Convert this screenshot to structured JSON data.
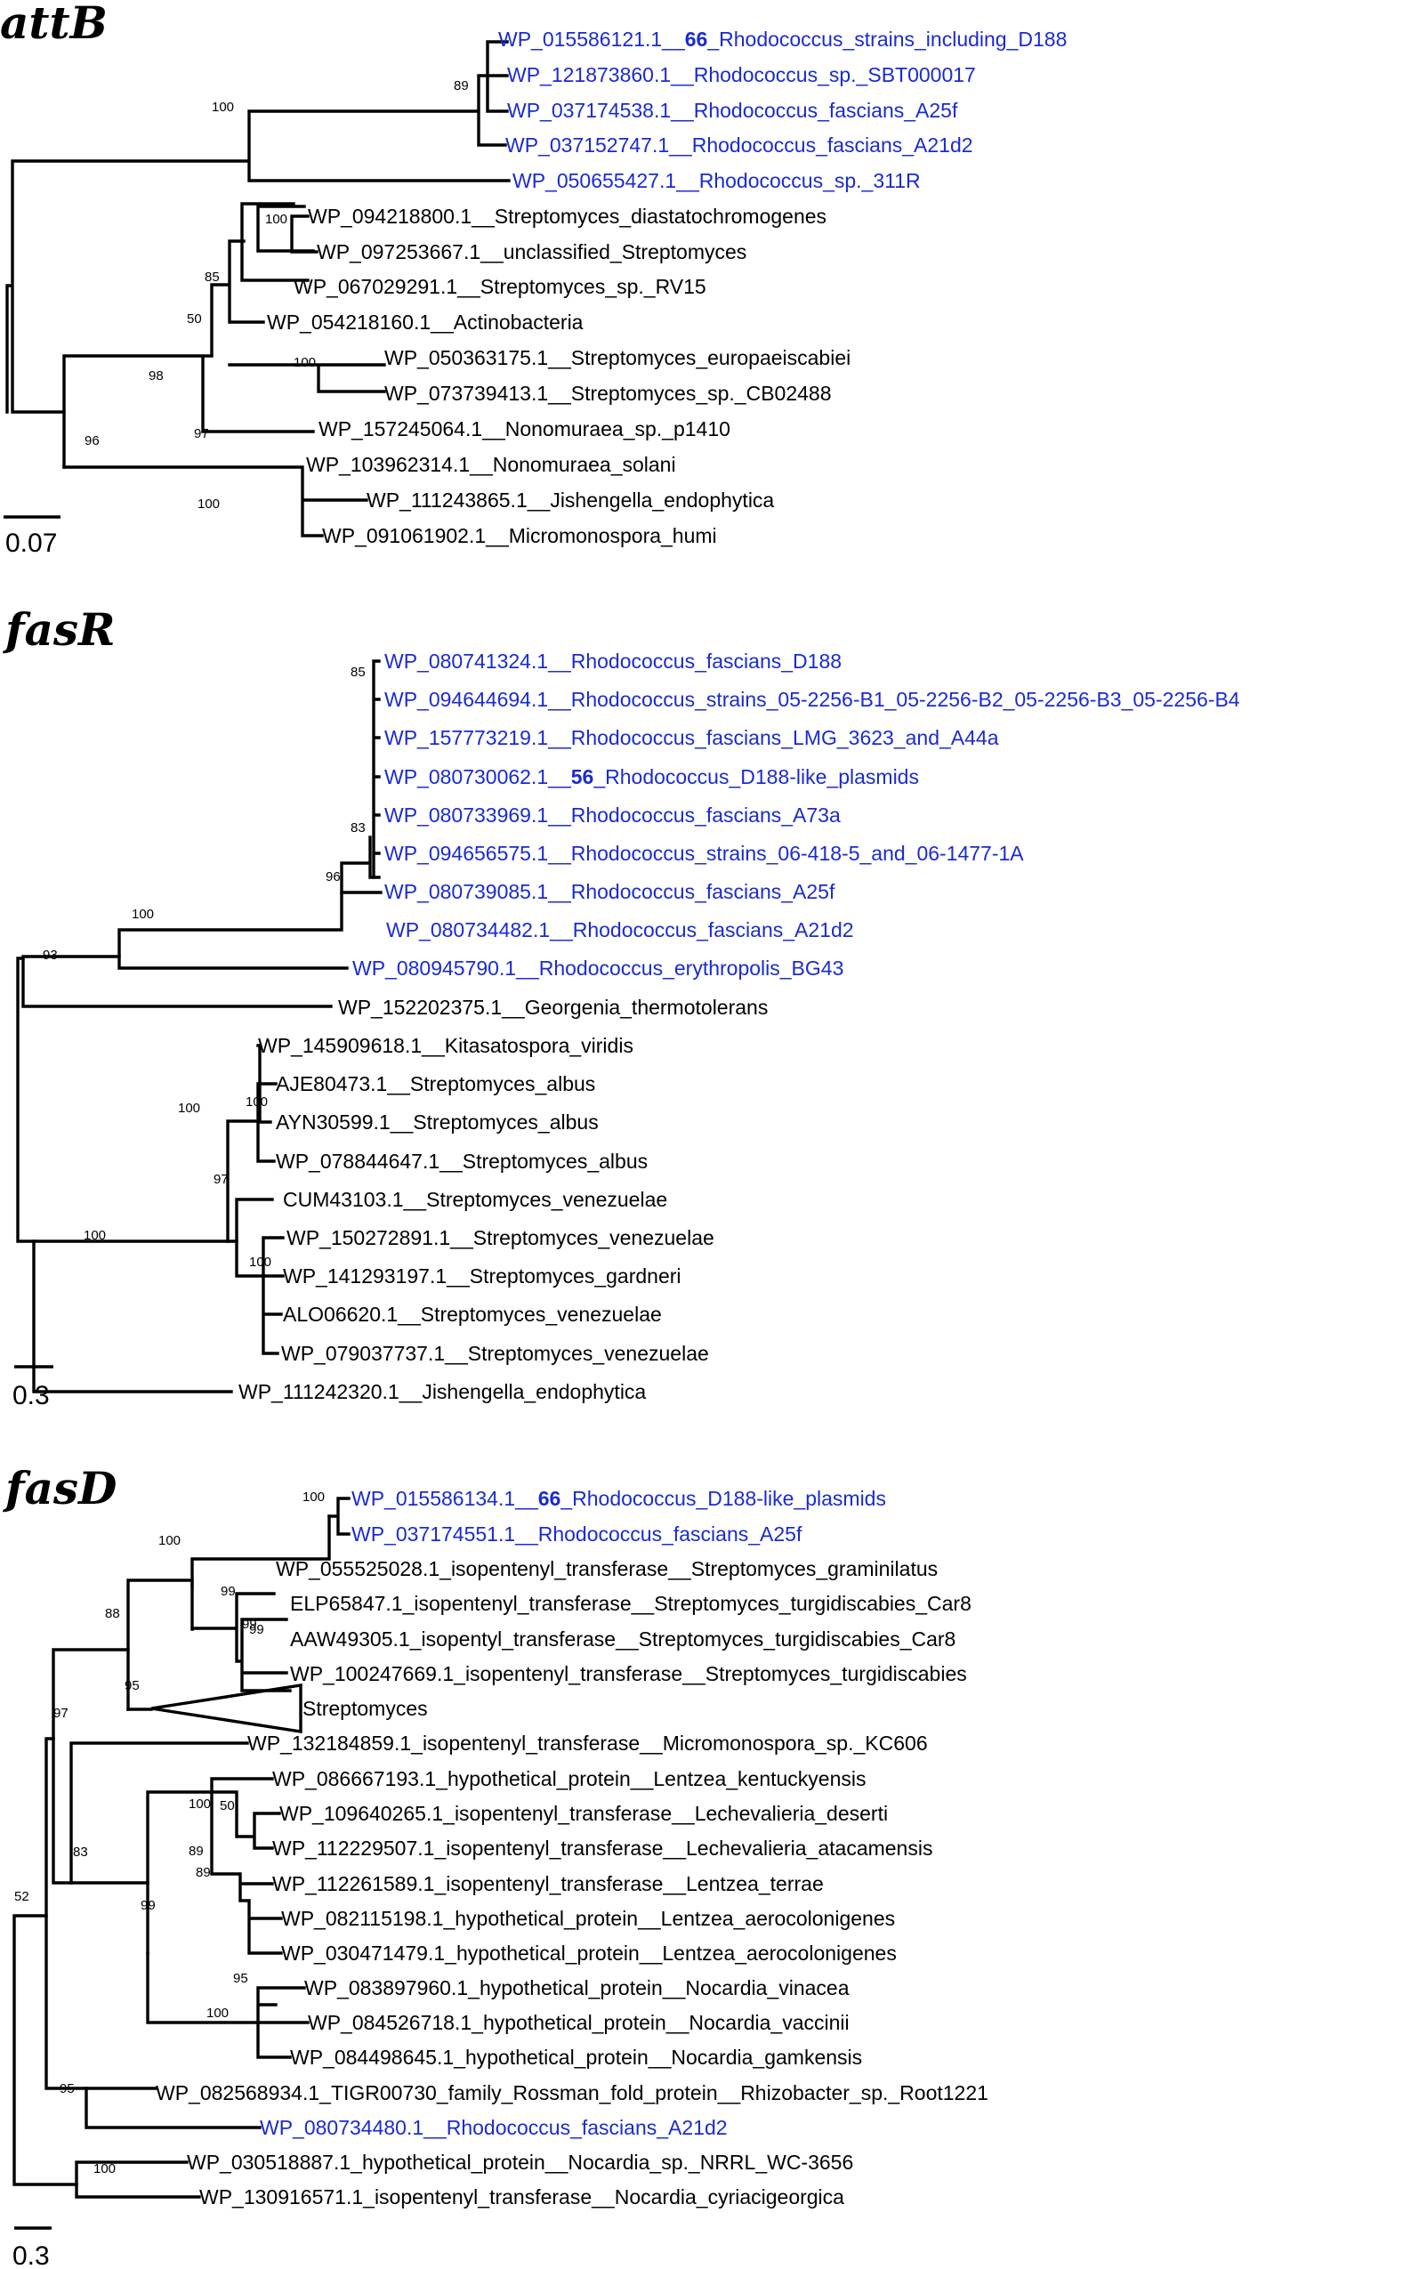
{
  "colors": {
    "highlight": "#1a2bd0",
    "normal": "#000000"
  },
  "trees": [
    {
      "title": "attB",
      "scale_label": "0.07",
      "tips": [
        {
          "label_before": "WP_015586121.1__",
          "label_bold": "66",
          "label_after": "_Rhodococcus_strains_including_D188",
          "highlight": true
        },
        {
          "label": "WP_121873860.1__Rhodococcus_sp._SBT000017",
          "highlight": true
        },
        {
          "label": "WP_037174538.1__Rhodococcus_fascians_A25f",
          "highlight": true
        },
        {
          "label": "WP_037152747.1__Rhodococcus_fascians_A21d2",
          "highlight": true
        },
        {
          "label": "WP_050655427.1__Rhodococcus_sp._311R",
          "highlight": true
        },
        {
          "label": "WP_094218800.1__Streptomyces_diastatochromogenes",
          "highlight": false
        },
        {
          "label": "WP_097253667.1__unclassified_Streptomyces",
          "highlight": false
        },
        {
          "label": "WP_067029291.1__Streptomyces_sp._RV15",
          "highlight": false
        },
        {
          "label": "WP_054218160.1__Actinobacteria",
          "highlight": false
        },
        {
          "label": "WP_050363175.1__Streptomyces_europaeiscabiei",
          "highlight": false
        },
        {
          "label": "WP_073739413.1__Streptomyces_sp._CB02488",
          "highlight": false
        },
        {
          "label": "WP_157245064.1__Nonomuraea_sp._p1410",
          "highlight": false
        },
        {
          "label": "WP_103962314.1__Nonomuraea_solani",
          "highlight": false
        },
        {
          "label": "WP_111243865.1__Jishengella_endophytica",
          "highlight": false
        },
        {
          "label": "WP_091061902.1__Micromonospora_humi",
          "highlight": false
        }
      ],
      "bootstraps": [
        "89",
        "100",
        "100",
        "85",
        "50",
        "100",
        "98",
        "97",
        "96",
        "100"
      ]
    },
    {
      "title": "fasR",
      "scale_label": "0.3",
      "tips": [
        {
          "label": "WP_080741324.1__Rhodococcus_fascians_D188",
          "highlight": true
        },
        {
          "label": "WP_094644694.1__Rhodococcus_strains_05-2256-B1_05-2256-B2_05-2256-B3_05-2256-B4",
          "highlight": true
        },
        {
          "label": "WP_157773219.1__Rhodococcus_fascians_LMG_3623_and_A44a",
          "highlight": true
        },
        {
          "label_before": "WP_080730062.1__",
          "label_bold": "56",
          "label_after": "_Rhodococcus_D188-like_plasmids",
          "highlight": true
        },
        {
          "label": "WP_080733969.1__Rhodococcus_fascians_A73a",
          "highlight": true
        },
        {
          "label": "WP_094656575.1__Rhodococcus_strains_06-418-5_and_06-1477-1A",
          "highlight": true
        },
        {
          "label": "WP_080739085.1__Rhodococcus_fascians_A25f",
          "highlight": true
        },
        {
          "label": "WP_080734482.1__Rhodococcus_fascians_A21d2",
          "highlight": true
        },
        {
          "label": "WP_080945790.1__Rhodococcus_erythropolis_BG43",
          "highlight": true
        },
        {
          "label": "WP_152202375.1__Georgenia_thermotolerans",
          "highlight": false
        },
        {
          "label": "WP_145909618.1__Kitasatospora_viridis",
          "highlight": false
        },
        {
          "label": "AJE80473.1__Streptomyces_albus",
          "highlight": false
        },
        {
          "label": "AYN30599.1__Streptomyces_albus",
          "highlight": false
        },
        {
          "label": "WP_078844647.1__Streptomyces_albus",
          "highlight": false
        },
        {
          "label": "CUM43103.1__Streptomyces_venezuelae",
          "highlight": false
        },
        {
          "label": "WP_150272891.1__Streptomyces_venezuelae",
          "highlight": false
        },
        {
          "label": "WP_141293197.1__Streptomyces_gardneri",
          "highlight": false
        },
        {
          "label": "ALO06620.1__Streptomyces_venezuelae",
          "highlight": false
        },
        {
          "label": "WP_079037737.1__Streptomyces_venezuelae",
          "highlight": false
        },
        {
          "label": "WP_111242320.1__Jishengella_endophytica",
          "highlight": false
        }
      ],
      "bootstraps": [
        "85",
        "83",
        "96",
        "100",
        "93",
        "100",
        "100",
        "97",
        "100",
        "100"
      ]
    },
    {
      "title": "fasD",
      "scale_label": "0.3",
      "tips": [
        {
          "label_before": "WP_015586134.1__",
          "label_bold": "66",
          "label_after": "_Rhodococcus_D188-like_plasmids",
          "highlight": true
        },
        {
          "label": "WP_037174551.1__Rhodococcus_fascians_A25f",
          "highlight": true
        },
        {
          "label": "WP_055525028.1_isopentenyl_transferase__Streptomyces_graminilatus",
          "highlight": false
        },
        {
          "label": "ELP65847.1_isopentenyl_transferase__Streptomyces_turgidiscabies_Car8",
          "highlight": false
        },
        {
          "label": "AAW49305.1_isopentyl_transferase__Streptomyces_turgidiscabies_Car8",
          "highlight": false
        },
        {
          "label": "WP_100247669.1_isopentenyl_transferase__Streptomyces_turgidiscabies",
          "highlight": false
        },
        {
          "label": "Streptomyces",
          "highlight": false
        },
        {
          "label": "WP_132184859.1_isopentenyl_transferase__Micromonospora_sp._KC606",
          "highlight": false
        },
        {
          "label": "WP_086667193.1_hypothetical_protein__Lentzea_kentuckyensis",
          "highlight": false
        },
        {
          "label": "WP_109640265.1_isopentenyl_transferase__Lechevalieria_deserti",
          "highlight": false
        },
        {
          "label": "WP_112229507.1_isopentenyl_transferase__Lechevalieria_atacamensis",
          "highlight": false
        },
        {
          "label": "WP_112261589.1_isopentenyl_transferase__Lentzea_terrae",
          "highlight": false
        },
        {
          "label": "WP_082115198.1_hypothetical_protein__Lentzea_aerocolonigenes",
          "highlight": false
        },
        {
          "label": "WP_030471479.1_hypothetical_protein__Lentzea_aerocolonigenes",
          "highlight": false
        },
        {
          "label": "WP_083897960.1_hypothetical_protein__Nocardia_vinacea",
          "highlight": false
        },
        {
          "label": "WP_084526718.1_hypothetical_protein__Nocardia_vaccinii",
          "highlight": false
        },
        {
          "label": "WP_084498645.1_hypothetical_protein__Nocardia_gamkensis",
          "highlight": false
        },
        {
          "label": "WP_082568934.1_TIGR00730_family_Rossman_fold_protein__Rhizobacter_sp._Root1221",
          "highlight": false
        },
        {
          "label": "WP_080734480.1__Rhodococcus_fascians_A21d2",
          "highlight": true
        },
        {
          "label": "WP_030518887.1_hypothetical_protein__Nocardia_sp._NRRL_WC-3656",
          "highlight": false
        },
        {
          "label": "WP_130916571.1_isopentenyl_transferase__Nocardia_cyriacigeorgica",
          "highlight": false
        }
      ],
      "bootstraps": [
        "100",
        "100",
        "99",
        "99",
        "88",
        "99",
        "95",
        "97",
        "100",
        "50",
        "89",
        "89",
        "83",
        "99",
        "95",
        "100",
        "52",
        "95",
        "100"
      ]
    }
  ]
}
